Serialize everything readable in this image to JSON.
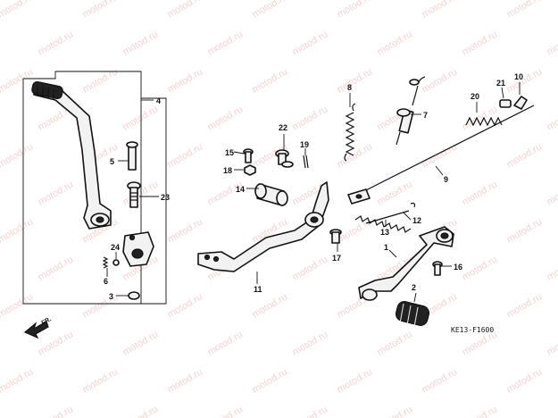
{
  "watermark": "motod.ru",
  "diagram_code": "KE13-F1600",
  "direction_label": "FR.",
  "callouts": [
    {
      "id": "1",
      "label": "1"
    },
    {
      "id": "2",
      "label": "2"
    },
    {
      "id": "3",
      "label": "3"
    },
    {
      "id": "4",
      "label": "4"
    },
    {
      "id": "5",
      "label": "5"
    },
    {
      "id": "6",
      "label": "6"
    },
    {
      "id": "7",
      "label": "7"
    },
    {
      "id": "8",
      "label": "8"
    },
    {
      "id": "9",
      "label": "9"
    },
    {
      "id": "10",
      "label": "10"
    },
    {
      "id": "11",
      "label": "11"
    },
    {
      "id": "12",
      "label": "12"
    },
    {
      "id": "13",
      "label": "13"
    },
    {
      "id": "14",
      "label": "14"
    },
    {
      "id": "15",
      "label": "15"
    },
    {
      "id": "16",
      "label": "16"
    },
    {
      "id": "17",
      "label": "17"
    },
    {
      "id": "18",
      "label": "18"
    },
    {
      "id": "19",
      "label": "19"
    },
    {
      "id": "20",
      "label": "20"
    },
    {
      "id": "21",
      "label": "21"
    },
    {
      "id": "22",
      "label": "22"
    },
    {
      "id": "23",
      "label": "23"
    },
    {
      "id": "24",
      "label": "24"
    }
  ]
}
